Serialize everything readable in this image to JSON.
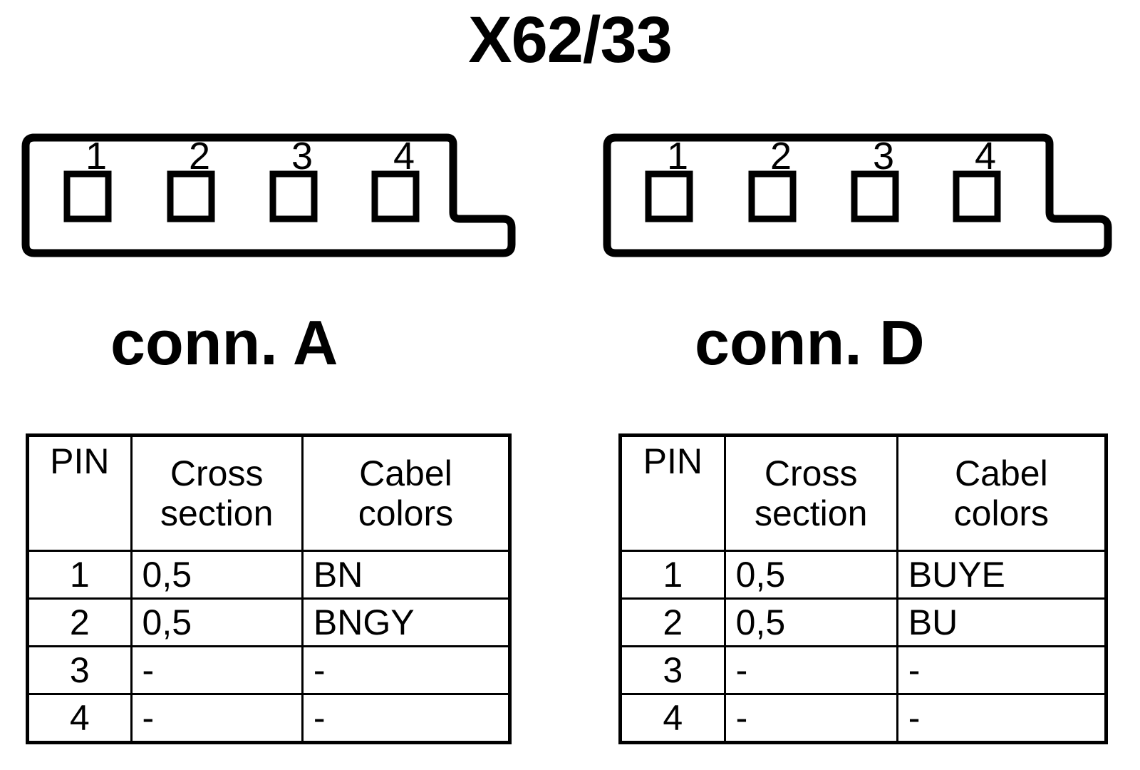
{
  "title": "X62/33",
  "connectors": [
    {
      "id": "a",
      "caption": "conn. A",
      "pin_labels": [
        "1",
        "2",
        "3",
        "4"
      ],
      "terminal_count": 4,
      "outline_shape": "notched-rounded-housing"
    },
    {
      "id": "d",
      "caption": "conn. D",
      "pin_labels": [
        "1",
        "2",
        "3",
        "4"
      ],
      "terminal_count": 4,
      "outline_shape": "notched-rounded-housing"
    }
  ],
  "tables": [
    {
      "id": "a",
      "headers": {
        "pin": "PIN",
        "cross_line1": "Cross",
        "cross_line2": "section",
        "color_line1": "Cabel",
        "color_line2": "colors"
      },
      "rows": [
        {
          "pin": "1",
          "cross_section": "0,5",
          "cabel_colors": "BN"
        },
        {
          "pin": "2",
          "cross_section": "0,5",
          "cabel_colors": "BNGY"
        },
        {
          "pin": "3",
          "cross_section": "-",
          "cabel_colors": "-"
        },
        {
          "pin": "4",
          "cross_section": "-",
          "cabel_colors": "-"
        }
      ]
    },
    {
      "id": "d",
      "headers": {
        "pin": "PIN",
        "cross_line1": "Cross",
        "cross_line2": "section",
        "color_line1": "Cabel",
        "color_line2": "colors"
      },
      "rows": [
        {
          "pin": "1",
          "cross_section": "0,5",
          "cabel_colors": "BUYE"
        },
        {
          "pin": "2",
          "cross_section": "0,5",
          "cabel_colors": "BU"
        },
        {
          "pin": "3",
          "cross_section": "-",
          "cabel_colors": "-"
        },
        {
          "pin": "4",
          "cross_section": "-",
          "cabel_colors": "-"
        }
      ]
    }
  ],
  "colors": {
    "ink": "#000000",
    "background": "#ffffff"
  }
}
